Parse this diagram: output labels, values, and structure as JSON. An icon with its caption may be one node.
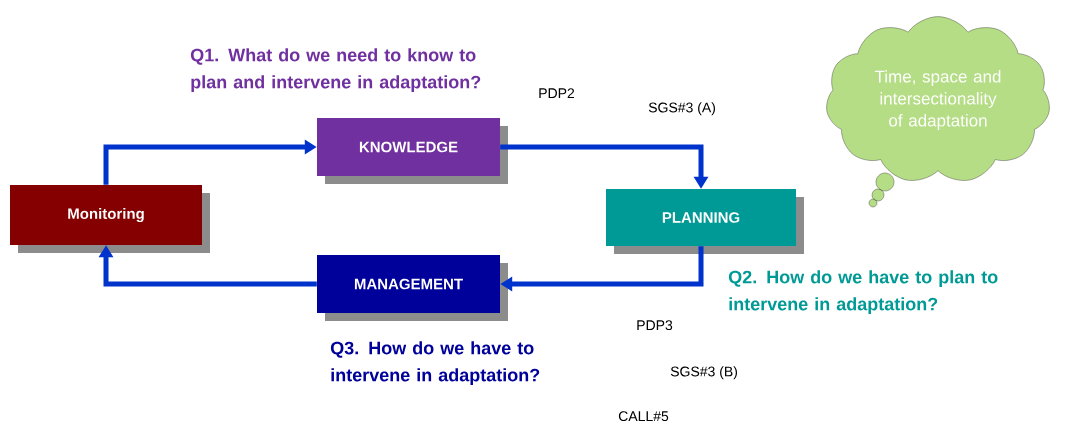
{
  "diagram": {
    "nodes": [
      {
        "text": [
          "Monitoring"
        ]
      },
      {
        "text": [
          "KNOWLEDGE"
        ]
      },
      {
        "text": [
          "PLANNING"
        ]
      },
      {
        "text": [
          "MANAGEMENT"
        ]
      },
      {
        "text": [
          "Time, space and intersectionality of adaptation"
        ]
      }
    ],
    "edges": [
      {
        "from": 0,
        "to": 1,
        "arrow": "to"
      },
      {
        "from": 1,
        "to": 2,
        "arrow": "to"
      },
      {
        "from": 2,
        "to": 3,
        "arrow": "to"
      },
      {
        "from": 3,
        "to": 0,
        "arrow": "to"
      }
    ],
    "labels": [
      "Q1. What do we need to know to plan and intervene in adaptation?",
      "PDP2",
      "SGS#3 (A)",
      "Q2. How do we have to plan to intervene in adaptation?",
      "PDP3",
      "Q3. How do we have to intervene in adaptation?",
      "SGS#3 (B)",
      "CALL#5"
    ]
  }
}
